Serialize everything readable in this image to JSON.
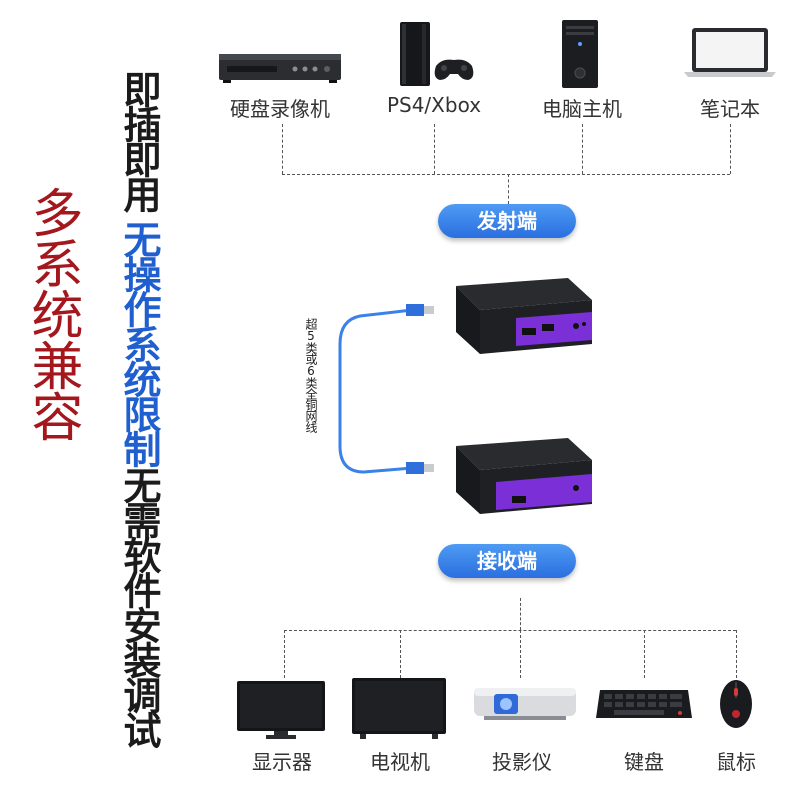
{
  "side_text": {
    "compat": "多系统兼容",
    "plug_play": "即插即用",
    "no_os_limit": "无操作系统限制",
    "no_software": "无需软件安装调试"
  },
  "sources": [
    {
      "label": "硬盘录像机",
      "icon": "dvr-recorder-icon"
    },
    {
      "label": "PS4/Xbox",
      "icon": "game-console-icon"
    },
    {
      "label": "电脑主机",
      "icon": "desktop-tower-icon"
    },
    {
      "label": "笔记本",
      "icon": "laptop-icon"
    }
  ],
  "transmitter_label": "发射端",
  "receiver_label": "接收端",
  "cable_label": "超5类或6类全铜网线",
  "outputs": [
    {
      "label": "显示器",
      "icon": "monitor-icon"
    },
    {
      "label": "电视机",
      "icon": "tv-icon"
    },
    {
      "label": "投影仪",
      "icon": "projector-icon"
    },
    {
      "label": "键盘",
      "icon": "keyboard-icon"
    },
    {
      "label": "鼠标",
      "icon": "mouse-icon"
    }
  ],
  "colors": {
    "accent_blue": "#2a6fe0",
    "title_red": "#a4171d",
    "device_purple": "#7b2fd6"
  }
}
